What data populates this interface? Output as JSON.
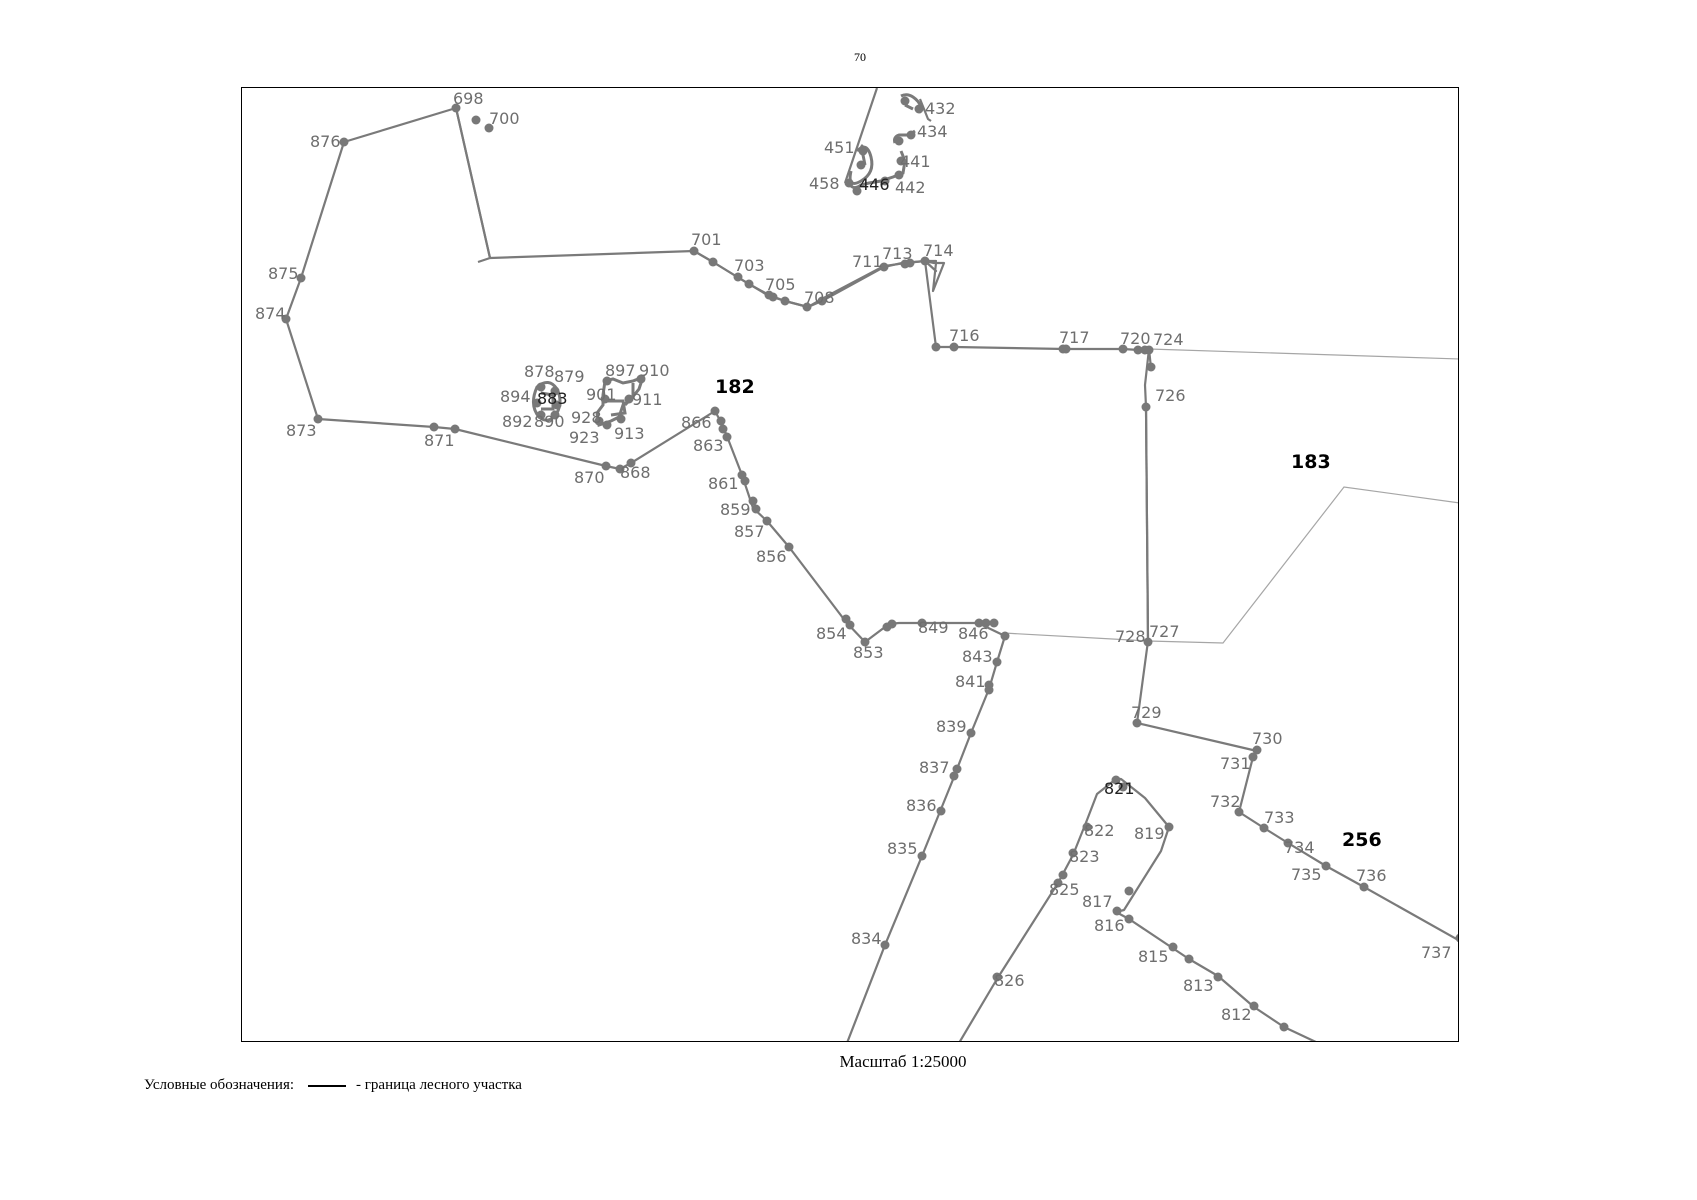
{
  "page_number": "70",
  "scale_text": "Масштаб 1:25000",
  "legend": {
    "title": "Условные обозначения:",
    "boundary_label": "- граница лесного участка"
  },
  "quarter_labels": [
    "182",
    "183",
    "256"
  ],
  "point_labels": [
    "698",
    "700",
    "876",
    "875",
    "874",
    "873",
    "871",
    "870",
    "868",
    "866",
    "863",
    "861",
    "859",
    "857",
    "856",
    "854",
    "853",
    "849",
    "846",
    "843",
    "841",
    "839",
    "837",
    "836",
    "835",
    "834",
    "826",
    "825",
    "823",
    "822",
    "821",
    "819",
    "817",
    "816",
    "815",
    "813",
    "812",
    "701",
    "703",
    "705",
    "708",
    "711",
    "713",
    "714",
    "716",
    "717",
    "720",
    "724",
    "726",
    "727",
    "728",
    "729",
    "730",
    "731",
    "732",
    "733",
    "734",
    "735",
    "736",
    "737",
    "451",
    "458",
    "446",
    "442",
    "441",
    "434",
    "432",
    "878",
    "879",
    "894",
    "883",
    "892",
    "890",
    "897",
    "910",
    "901",
    "911",
    "928",
    "923",
    "913"
  ],
  "colors": {
    "boundary": "#7a7a7a",
    "thin_line": "#a6a6a6",
    "point": "#787878"
  }
}
